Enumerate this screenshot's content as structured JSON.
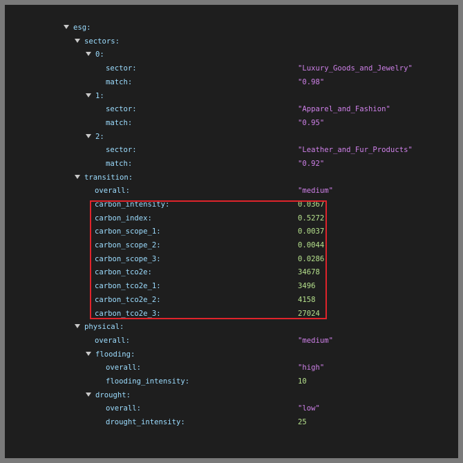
{
  "tree": {
    "esg": "esg:",
    "sectors": "sectors:",
    "s0": "0:",
    "s0_sector_key": "sector:",
    "s0_sector_val": "\"Luxury_Goods_and_Jewelry\"",
    "s0_match_key": "match:",
    "s0_match_val": "\"0.98\"",
    "s1": "1:",
    "s1_sector_key": "sector:",
    "s1_sector_val": "\"Apparel_and_Fashion\"",
    "s1_match_key": "match:",
    "s1_match_val": "\"0.95\"",
    "s2": "2:",
    "s2_sector_key": "sector:",
    "s2_sector_val": "\"Leather_and_Fur_Products\"",
    "s2_match_key": "match:",
    "s2_match_val": "\"0.92\"",
    "transition": "transition:",
    "t_overall_key": "overall:",
    "t_overall_val": "\"medium\"",
    "carbon_intensity_key": "carbon_intensity:",
    "carbon_intensity_val": "0.0367",
    "carbon_index_key": "carbon_index:",
    "carbon_index_val": "0.5272",
    "carbon_scope_1_key": "carbon_scope_1:",
    "carbon_scope_1_val": "0.0037",
    "carbon_scope_2_key": "carbon_scope_2:",
    "carbon_scope_2_val": "0.0044",
    "carbon_scope_3_key": "carbon_scope_3:",
    "carbon_scope_3_val": "0.0286",
    "carbon_tco2e_key": "carbon_tco2e:",
    "carbon_tco2e_val": "34678",
    "carbon_tco2e_1_key": "carbon_tco2e_1:",
    "carbon_tco2e_1_val": "3496",
    "carbon_tco2e_2_key": "carbon_tco2e_2:",
    "carbon_tco2e_2_val": "4158",
    "carbon_tco2e_3_key": "carbon_tco2e_3:",
    "carbon_tco2e_3_val": "27024",
    "physical": "physical:",
    "p_overall_key": "overall:",
    "p_overall_val": "\"medium\"",
    "flooding": "flooding:",
    "f_overall_key": "overall:",
    "f_overall_val": "\"high\"",
    "flooding_intensity_key": "flooding_intensity:",
    "flooding_intensity_val": "10",
    "drought": "drought:",
    "d_overall_key": "overall:",
    "d_overall_val": "\"low\"",
    "drought_intensity_key": "drought_intensity:",
    "drought_intensity_val": "25"
  },
  "colors": {
    "background": "#1e1e1e",
    "key": "#9cdcfe",
    "string": "#ce80e8",
    "number": "#b5e08c",
    "highlight_border": "#e0242b"
  }
}
